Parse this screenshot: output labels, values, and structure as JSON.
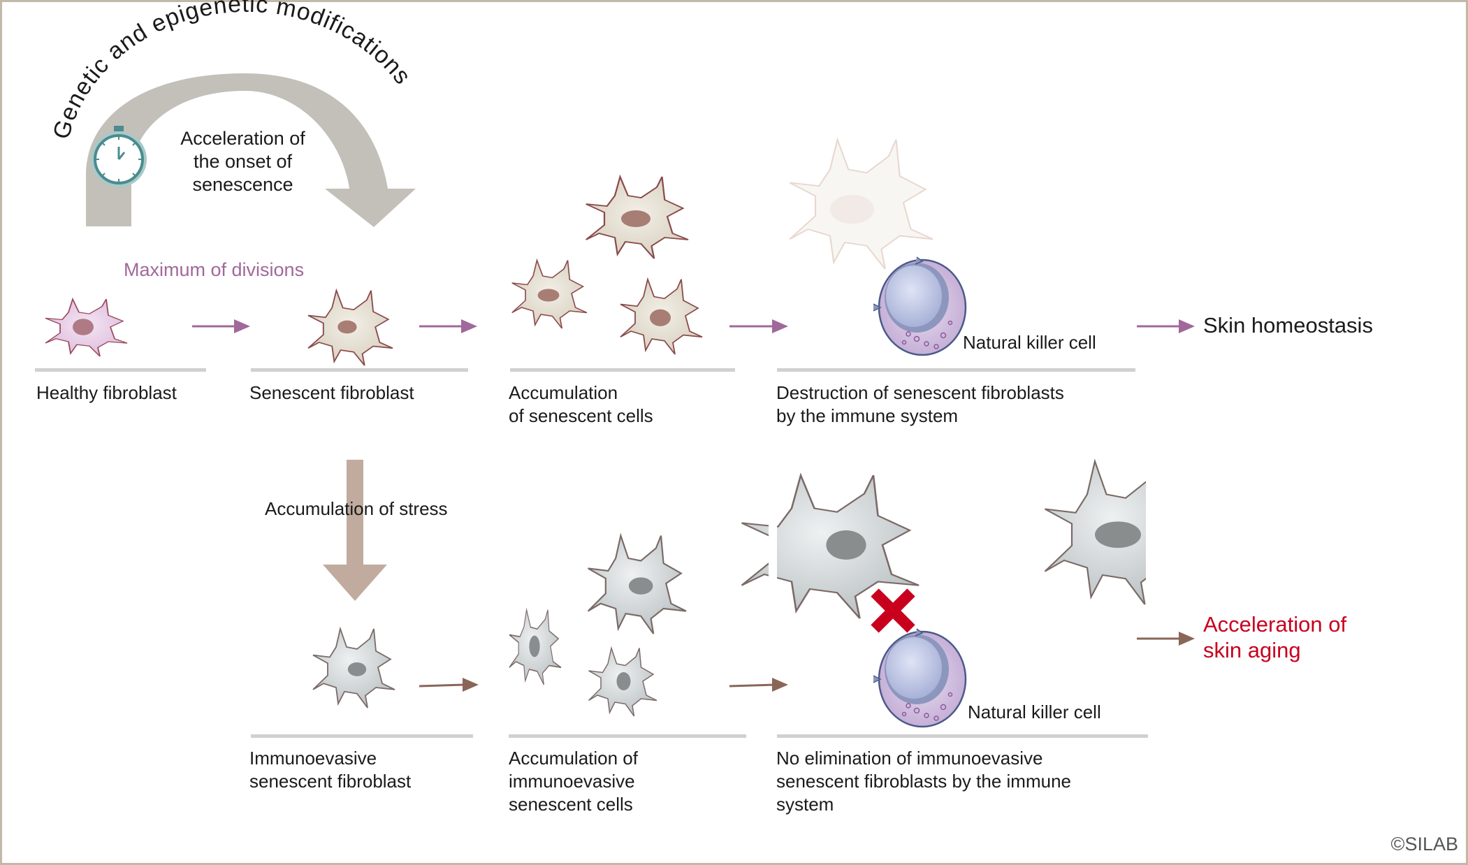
{
  "colors": {
    "border": "#c2b8a8",
    "arch": "#c2c0b8",
    "clock": "#4a8c8f",
    "purple_arrow": "#a1689a",
    "brown_arrow": "#8a6658",
    "stress_arrow": "#c0ab9e",
    "red_accent": "#c8001e",
    "healthy_cell": "#e6cce6",
    "senescent_cell": "#ddd6c8",
    "immunoevasive_cell": "#cfd4d6",
    "nk_cell": "#c9b3d8",
    "nk_nucleus": "#b4bde0",
    "divider": "#d0d0d0"
  },
  "top": {
    "arc_title": "Genetic and epigenetic modifications",
    "arch_label": "Acceleration of\nthe onset of\nsenescence",
    "max_divisions": "Maximum of divisions",
    "clock_icon": "stopwatch"
  },
  "row1": {
    "steps": [
      {
        "label": "Healthy fibroblast"
      },
      {
        "label": "Senescent fibroblast"
      },
      {
        "label": "Accumulation\nof senescent cells"
      },
      {
        "label": "Destruction of senescent fibroblasts\nby the immune system"
      }
    ],
    "nk_label": "Natural killer cell",
    "outcome": "Skin homeostasis"
  },
  "stress": {
    "label": "Accumulation of stress"
  },
  "row2": {
    "steps": [
      {
        "label": "Immunoevasive\nsenescent fibroblast"
      },
      {
        "label": "Accumulation of\nimmunoevasive\nsenescent cells"
      },
      {
        "label": "No elimination of immunoevasive\nsenescent fibroblasts by the immune\nsystem"
      }
    ],
    "nk_label": "Natural killer cell",
    "outcome": "Acceleration of\nskin aging",
    "blocked_icon": "red-x"
  },
  "copyright": "©SILAB"
}
